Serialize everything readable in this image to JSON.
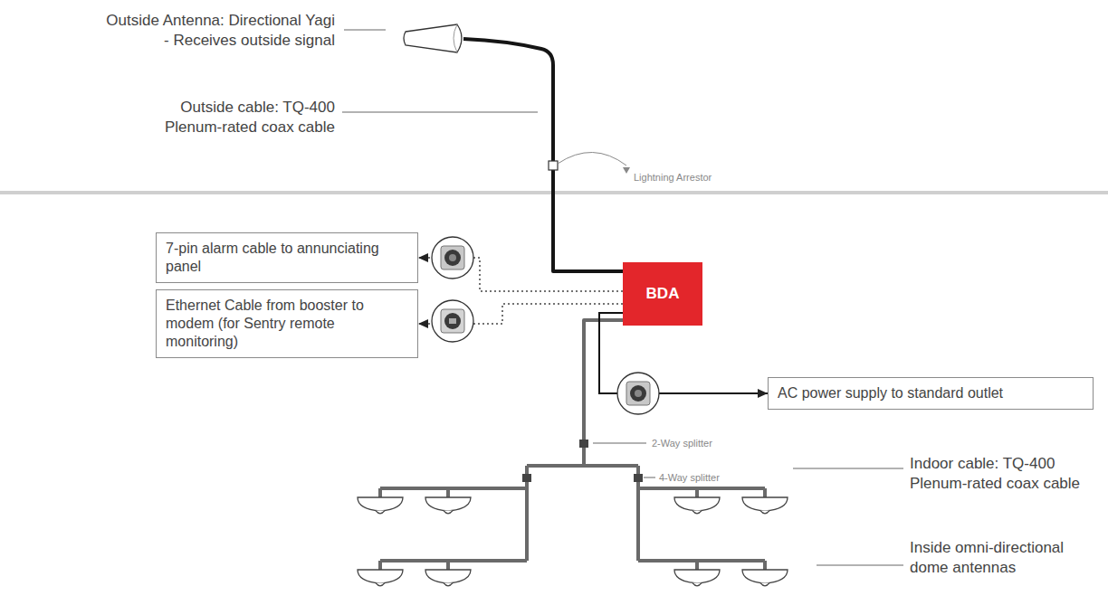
{
  "diagram": {
    "nodes": [
      {
        "text": [
          "7-pin alarm cable to annunciating panel"
        ]
      },
      {
        "text": [
          "BDA"
        ]
      },
      {
        "text": [
          "Ethernet Cable from booster to modem (for Sentry remote monitoring)"
        ]
      },
      {
        "text": [
          "AC power supply to standard outlet"
        ]
      }
    ],
    "edges": [
      {
        "from": 1,
        "to": 0,
        "arrow": "to"
      },
      {
        "from": 1,
        "to": 2,
        "arrow": "to"
      },
      {
        "from": 1,
        "to": 3,
        "arrow": "to"
      }
    ],
    "labels": [
      "Outside Antenna: Directional Yagi - Receives outside signal",
      "Outside cable: TQ-400 Plenum-rated coax cable",
      "Lightning Arrestor",
      "2-Way splitter",
      "4-Way splitter",
      "Indoor cable: TQ-400 Plenum-rated coax cable",
      "Inside omni-directional dome antennas"
    ]
  }
}
